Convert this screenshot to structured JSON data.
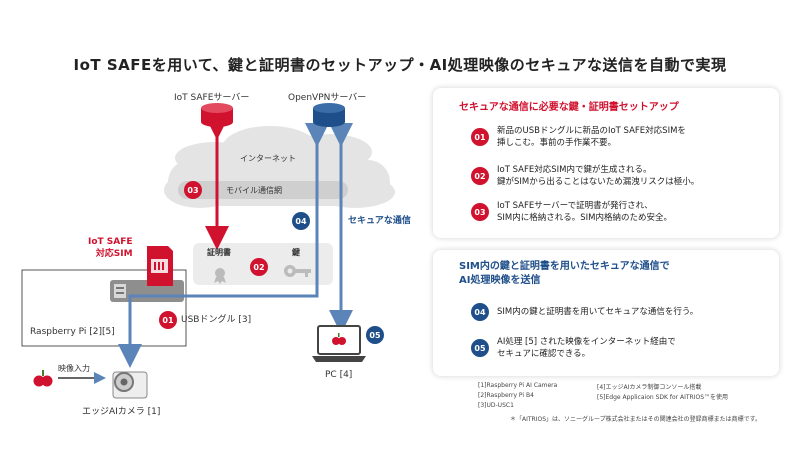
{
  "title": "IoT SAFEを用いて、鍵と証明書のセットアップ・AI処理映像のセキュアな送信を自動で実現",
  "diagram": {
    "iot_safe_server": "IoT SAFEサーバー",
    "openvpn_server": "OpenVPNサーバー",
    "internet": "インターネット",
    "mobile_network": "モバイル通信網",
    "secure_comm": "セキュアな通信",
    "cert": "証明書",
    "key": "鍵",
    "iot_safe_sim": "IoT SAFE\n対応SIM",
    "usb_dongle": "USBドングル [3]",
    "raspberry_pi": "Raspberry Pi [2][5]",
    "video_input": "映像入力",
    "edge_camera": "エッジAIカメラ [1]",
    "pc": "PC [4]",
    "badges": {
      "n01": "01",
      "n02": "02",
      "n03": "03",
      "n04": "04",
      "n05": "05"
    },
    "colors": {
      "red": "#d0122e",
      "blue": "#1f4f8a",
      "cloud": "#e4e4e4"
    }
  },
  "panel1": {
    "title": "セキュアな通信に必要な鍵・証明書セットアップ",
    "steps": [
      {
        "num": "01",
        "text": "新品のUSBドングルに新品のIoT SAFE対応SIMを\n挿しこむ。事前の手作業不要。"
      },
      {
        "num": "02",
        "text": "IoT SAFE対応SIM内で鍵が生成される。\n鍵がSIMから出ることはないため漏洩リスクは極小。"
      },
      {
        "num": "03",
        "text": "IoT SAFEサーバーで証明書が発行され、\nSIM内に格納される。SIM内格納のため安全。"
      }
    ]
  },
  "panel2": {
    "title": "SIM内の鍵と証明書を用いたセキュアな通信で\nAI処理映像を送信",
    "steps": [
      {
        "num": "04",
        "text": "SIM内の鍵と証明書を用いてセキュアな通信を行う。"
      },
      {
        "num": "05",
        "text": "AI処理 [5] された映像をインターネット経由で\nセキュアに確認できる。"
      }
    ]
  },
  "references": {
    "r1": "[1]Raspberry Pi AI Camera",
    "r2": "[2]Raspberry Pi B4",
    "r3": "[3]UD-USC1",
    "r4": "[4]エッジAIカメラ制御コンソール搭載",
    "r5": "[5]Edge Applicaion SDK for AITRIOS™を使用",
    "note": "＊「AITRIOS」は、ソニーグループ株式会社またはその関連会社の登録商標または商標です。"
  }
}
